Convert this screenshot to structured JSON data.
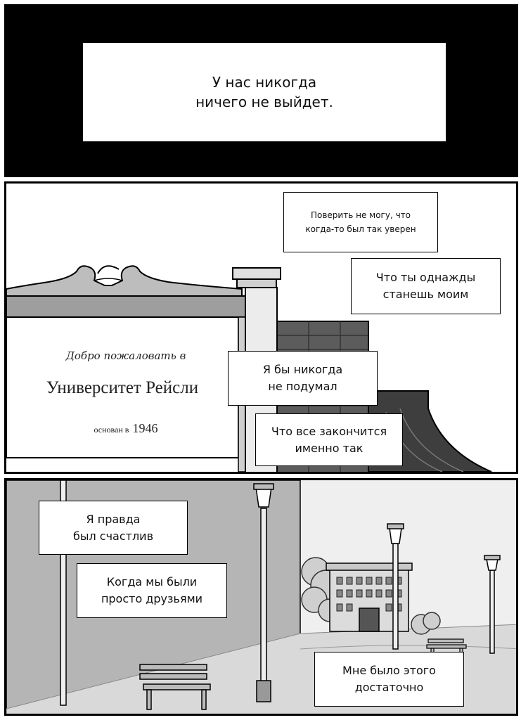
{
  "panel1": {
    "caption": "У нас никогда\nничего не выйдет."
  },
  "panel2": {
    "captions": [
      "Поверить не могу, что\nкогда-то был так уверен",
      "Что ты однажды\nстанешь моим",
      "Я бы никогда\nне подумал",
      "Что все закончится\nименно так"
    ],
    "sign": {
      "greeting": "Добро пожаловать в",
      "name": "Университет Рейсли",
      "founded_label": "основан в",
      "founded_year": "1946"
    }
  },
  "panel3": {
    "captions": [
      "Я правда\nбыл счастлив",
      "Когда мы были\nпросто друзьями",
      "Мне было этого\nдостаточно"
    ]
  }
}
